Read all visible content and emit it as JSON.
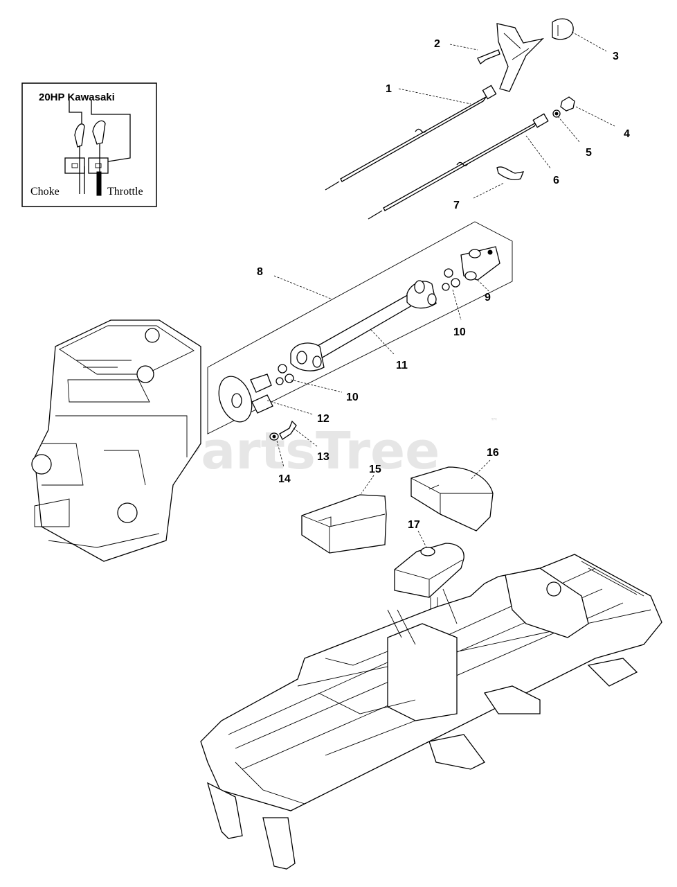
{
  "inset": {
    "title": "20HP Kawasaki",
    "choke_label": "Choke",
    "throttle_label": "Throttle"
  },
  "callouts": [
    {
      "id": "1",
      "label": "1"
    },
    {
      "id": "2",
      "label": "2"
    },
    {
      "id": "3",
      "label": "3"
    },
    {
      "id": "4",
      "label": "4"
    },
    {
      "id": "5",
      "label": "5"
    },
    {
      "id": "6",
      "label": "6"
    },
    {
      "id": "7",
      "label": "7"
    },
    {
      "id": "8",
      "label": "8"
    },
    {
      "id": "9",
      "label": "9"
    },
    {
      "id": "10a",
      "label": "10"
    },
    {
      "id": "10b",
      "label": "10"
    },
    {
      "id": "11",
      "label": "11"
    },
    {
      "id": "12",
      "label": "12"
    },
    {
      "id": "13",
      "label": "13"
    },
    {
      "id": "14",
      "label": "14"
    },
    {
      "id": "15",
      "label": "15"
    },
    {
      "id": "16",
      "label": "16"
    },
    {
      "id": "17",
      "label": "17"
    }
  ],
  "watermark": {
    "text": "PartsTree",
    "trademark": "™"
  },
  "colors": {
    "line": "#000000",
    "background": "#ffffff",
    "watermark": "#e6e6e6"
  }
}
